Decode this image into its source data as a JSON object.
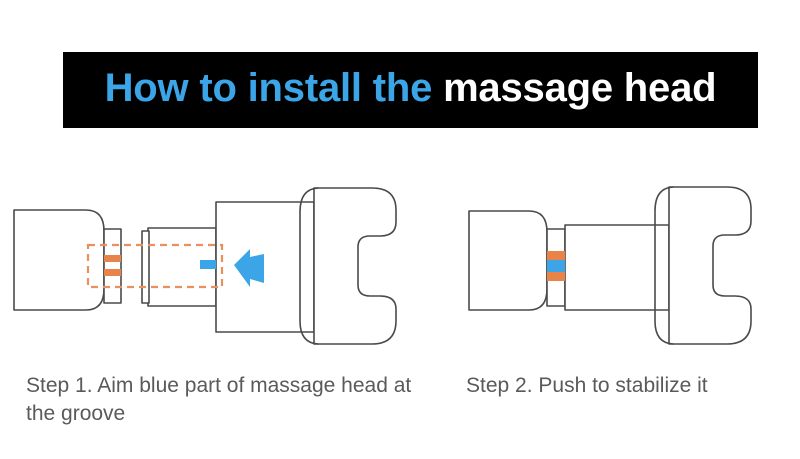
{
  "banner": {
    "title_accent": "How to install the ",
    "title_plain": "massage head",
    "accent_color": "#3CA5E8",
    "plain_color": "#FFFFFF",
    "background_color": "#000000"
  },
  "palette": {
    "stroke": "#4a4a4a",
    "orange": "#E8834A",
    "orange_dash": "#E8915C",
    "blue": "#3CA5E8",
    "caption_text": "#5A5A5A",
    "page_background": "#FFFFFF"
  },
  "steps": [
    {
      "id": "step-1",
      "caption": "Step 1. Aim blue part of massage head at the groove",
      "diagram": {
        "name": "exploded-alignment-view",
        "parts": [
          "massage-head",
          "massage-head-collar",
          "alignment-groove-marks",
          "alignment-dashed-box",
          "device-shaft",
          "shaft-flange",
          "shaft-blue-marker",
          "device-body",
          "push-direction-arrow",
          "fork-attachment"
        ],
        "marker_color": "#3CA5E8",
        "groove_color": "#E8834A",
        "guide_color": "#E8915C",
        "arrow_color": "#3CA5E8",
        "arrow_direction": "left"
      }
    },
    {
      "id": "step-2",
      "caption": "Step 2. Push to stabilize it",
      "diagram": {
        "name": "assembled-view",
        "parts": [
          "massage-head",
          "joint-collar",
          "joint-stripe-orange-top",
          "joint-stripe-blue",
          "joint-stripe-orange-bottom",
          "device-shaft",
          "fork-attachment"
        ],
        "stripe_colors": [
          "#E8834A",
          "#3CA5E8",
          "#E8834A"
        ]
      }
    }
  ]
}
